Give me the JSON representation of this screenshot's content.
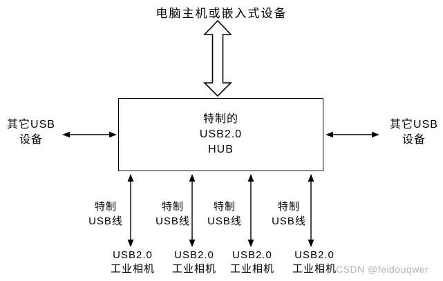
{
  "diagram": {
    "host_label": "电脑主机或嵌入式设备",
    "hub": {
      "line1": "特制的",
      "line2": "USB2.0",
      "line3": "HUB"
    },
    "left_device": {
      "line1": "其它USB",
      "line2": "设备"
    },
    "right_device": {
      "line1": "其它USB",
      "line2": "设备"
    },
    "cables": [
      {
        "line1": "特制",
        "line2": "USB线"
      },
      {
        "line1": "特制",
        "line2": "USB线"
      },
      {
        "line1": "特制",
        "line2": "USB线"
      },
      {
        "line1": "特制",
        "line2": "USB线"
      }
    ],
    "cameras": [
      {
        "line1": "USB2.0",
        "line2": "工业相机"
      },
      {
        "line1": "USB2.0",
        "line2": "工业相机"
      },
      {
        "line1": "USB2.0",
        "line2": "工业相机"
      },
      {
        "line1": "USB2.0",
        "line2": "工业相机"
      }
    ],
    "watermark": "CSDN @feidouqwer",
    "colors": {
      "line": "#000000",
      "background": "#ffffff",
      "watermark_text": "#b2b6ba"
    }
  }
}
